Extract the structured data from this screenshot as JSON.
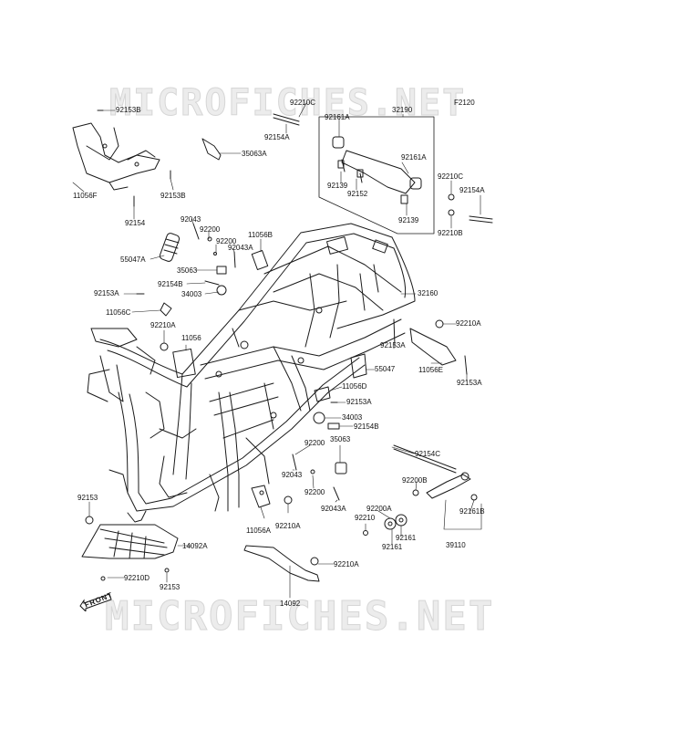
{
  "watermark": {
    "text": "MICROFICHES.NET"
  },
  "diagram_code": "F2120",
  "front_label": "FRONT",
  "colors": {
    "line": "#1a1a1a",
    "watermark": "#d6d6d6",
    "background": "#ffffff"
  },
  "parts": {
    "p92153B_a": "92153B",
    "p11056F": "11056F",
    "p92153B_b": "92153B",
    "p92154": "92154",
    "p92154A_a": "92154A",
    "p92210C_a": "92210C",
    "p35063A": "35063A",
    "p92161A_a": "92161A",
    "p32190": "32190",
    "p92161A_b": "92161A",
    "p92139_a": "92139",
    "p92152": "92152",
    "p92139_b": "92139",
    "p92210C_b": "92210C",
    "p92154A_b": "92154A",
    "p92210B": "92210B",
    "p92043_a": "92043",
    "p92200_a": "92200",
    "p92200_b": "92200",
    "p92043A_a": "92043A",
    "p11056B": "11056B",
    "p55047A": "55047A",
    "p35063": "35063",
    "p92154B_a": "92154B",
    "p92153A_a": "92153A",
    "p34003_a": "34003",
    "p11056C": "11056C",
    "p32160": "32160",
    "p92210A_a": "92210A",
    "p11056": "11056",
    "p92153A_b": "92153A",
    "p92210A_b": "92210A",
    "p11056E": "11056E",
    "p55047": "55047",
    "p92153A_c": "92153A",
    "p11056D": "11056D",
    "p92153A_d": "92153A",
    "p34003_b": "34003",
    "p92154B_b": "92154B",
    "p92200_c": "92200",
    "p35063_b": "35063",
    "p92043_b": "92043",
    "p92154C": "92154C",
    "p92200_d": "92200",
    "p92200B": "92200B",
    "p92161B": "92161B",
    "p92043A_b": "92043A",
    "p92200A": "92200A",
    "p92210_a": "92210",
    "p92161": "92161",
    "p92161_b": "92161",
    "p39110": "39110",
    "p92153_a": "92153",
    "p11056A": "11056A",
    "p92210A_c": "92210A",
    "p14092A": "14092A",
    "p92210A_d": "92210A",
    "p92210D": "92210D",
    "p92153_b": "92153",
    "p14092": "14092"
  }
}
